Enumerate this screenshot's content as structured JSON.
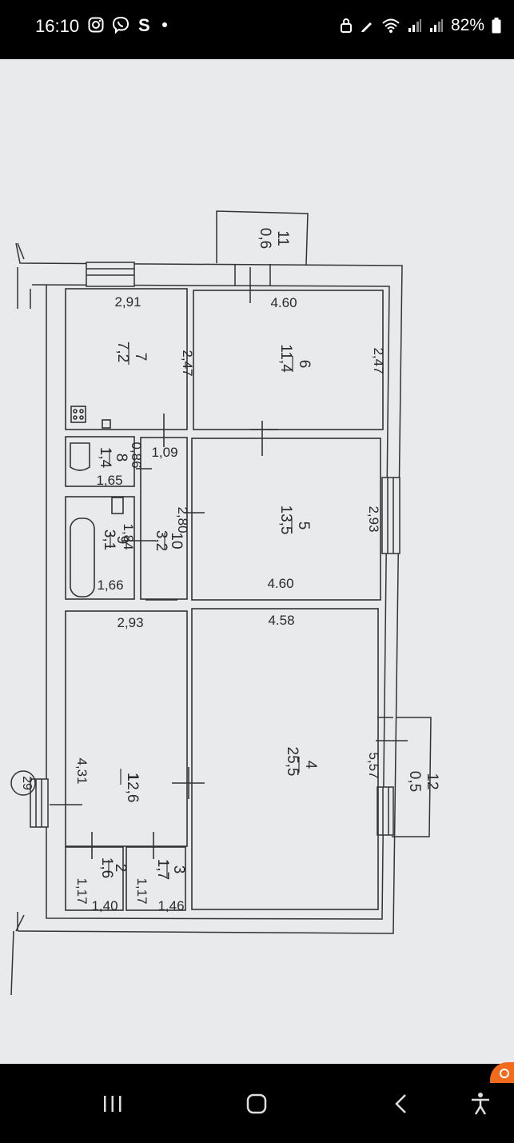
{
  "status_bar": {
    "time": "16:10",
    "battery": "82%",
    "notification_icons": [
      "instagram-icon",
      "viber-icon",
      "s-app-icon",
      "dot-icon"
    ],
    "system_icons": [
      "lock-icon",
      "pen-icon",
      "wifi-icon",
      "signal-icon",
      "signal-icon",
      "battery-icon"
    ]
  },
  "plan": {
    "building_number": "29",
    "rooms": [
      {
        "number": "1",
        "area": "12,6",
        "width": "2,93",
        "length": "4,31"
      },
      {
        "number": "2",
        "area": "1,6",
        "width": "1,40",
        "length": "1,17"
      },
      {
        "number": "3",
        "area": "1,7",
        "width": "1,46",
        "length": "1,17"
      },
      {
        "number": "4",
        "area": "25,5",
        "width": "4.58",
        "length": "5,57"
      },
      {
        "number": "5",
        "area": "13,5",
        "width": "4.60",
        "length": "2,93"
      },
      {
        "number": "6",
        "area": "11,4",
        "width": "4.60",
        "length": "2,47"
      },
      {
        "number": "7",
        "area": "7,2",
        "width": "2,91",
        "length": "2,47"
      },
      {
        "number": "8",
        "area": "1,4",
        "width": "1,65",
        "length": "0,86"
      },
      {
        "number": "9",
        "area": "3,1",
        "width": "1,66",
        "length": "1,84"
      },
      {
        "number": "10",
        "area": "3,2",
        "width": "1,09",
        "length": "2,80"
      },
      {
        "number": "11",
        "area": "0,6"
      },
      {
        "number": "12",
        "area": "0,5"
      }
    ]
  },
  "nav_bar": {
    "buttons": [
      "recents-icon",
      "home-icon",
      "back-icon",
      "accessibility-icon"
    ]
  }
}
